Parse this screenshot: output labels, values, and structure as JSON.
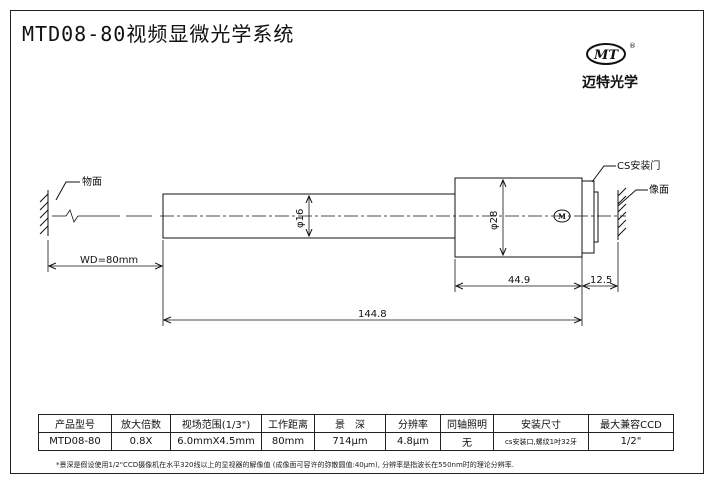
{
  "title": "MTD08-80视频显微光学系统",
  "brand": {
    "logo_letters": "MT",
    "name": "迈特光学"
  },
  "drawing": {
    "labels": {
      "object_plane": "物面",
      "image_plane": "像面",
      "cs_ring": "CS安装门",
      "wd": "WD=80mm",
      "dia_small": "φ16",
      "dia_large": "φ28",
      "dim_44_9": "44.9",
      "dim_12_5": "12.5",
      "dim_144_8": "144.8"
    }
  },
  "spec_table": {
    "headers": [
      "产品型号",
      "放大倍数",
      "视场范围(1/3\")",
      "工作距离",
      "景　深",
      "分辨率",
      "同轴照明",
      "安装尺寸",
      "最大兼容CCD"
    ],
    "row": [
      "MTD08-80",
      "0.8X",
      "6.0mmX4.5mm",
      "80mm",
      "714μm",
      "4.8μm",
      "无",
      "cs安装口,螺纹1吋32牙",
      "1/2\""
    ]
  },
  "footnote": "*景深是假设使用1/2\"CCD摄像机在水平320线以上的显视器的解像值 (成像面可容许的弥散圆值:40μm), 分辨率是指波长在550nm时的理论分辨率."
}
